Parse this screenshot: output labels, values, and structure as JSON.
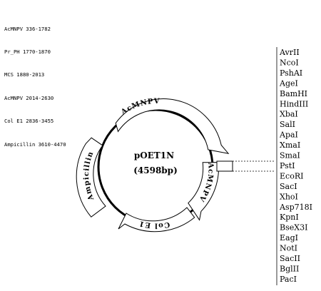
{
  "features_legend": [
    "AcMNPV 336-1782",
    "Pr_PH 1770-1870",
    "MCS 1880-2013",
    "AcMNPV 2014-2630",
    "Col E1 2836-3455",
    "Ampicillin 3610-4470"
  ],
  "plasmid": {
    "name": "pOET1N",
    "size_label": "(4598bp)"
  },
  "features": [
    {
      "label": "AcMNPV"
    },
    {
      "label": "AcMNPV"
    },
    {
      "label": "Col E1"
    },
    {
      "label": "Ampicillin"
    }
  ],
  "mcs_sites": [
    "AvrII",
    "NcoI",
    "PshAI",
    "AgeI",
    "BamHI",
    "HindIII",
    "XbaI",
    "SalI",
    "ApaI",
    "XmaI",
    "SmaI",
    "PstI",
    "EcoRI",
    "SacI",
    "XhoI",
    "Asp718I",
    "KpnI",
    "BseX3I",
    "EagI",
    "NotI",
    "SacII",
    "BglII",
    "PacI"
  ],
  "colors": {
    "line": "#000000",
    "fill": "#ffffff"
  }
}
